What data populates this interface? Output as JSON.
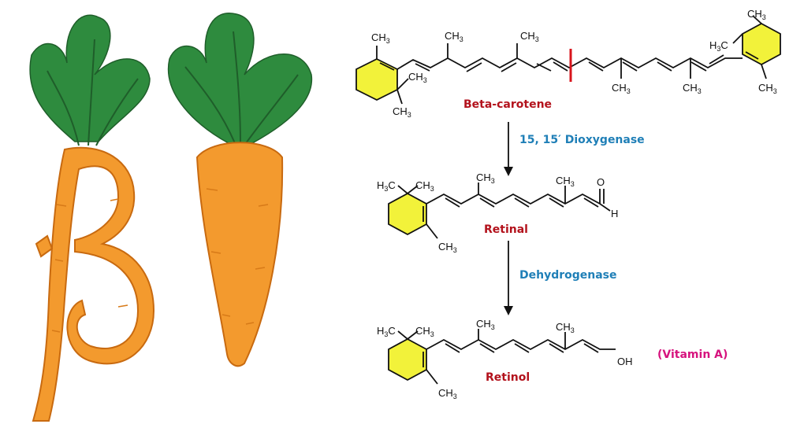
{
  "colors": {
    "ring_fill": "#f2f23a",
    "bond": "#111111",
    "cleavage_mark": "#d8141c",
    "compound_label": "#b3121c",
    "enzyme_label": "#1f7fb7",
    "vitamin_label": "#d6137e",
    "carrot_body": "#f39a2e",
    "carrot_leaves": "#2e8b3e"
  },
  "illustration": {
    "left_carrot_icon": "beta-shaped-carrot-icon",
    "right_carrot_icon": "carrot-icon"
  },
  "compounds": {
    "beta_carotene": "Beta-carotene",
    "retinal": "Retinal",
    "retinol": "Retinol",
    "vitamin_a": "(Vitamin A)"
  },
  "enzymes": {
    "step1": "15, 15′ Dioxygenase",
    "step2": "Dehydrogenase"
  },
  "atoms": {
    "ch3": "CH",
    "h3c": "H",
    "h3c_c": "C",
    "three": "3",
    "o": "O",
    "h": "H",
    "oh": "OH"
  }
}
